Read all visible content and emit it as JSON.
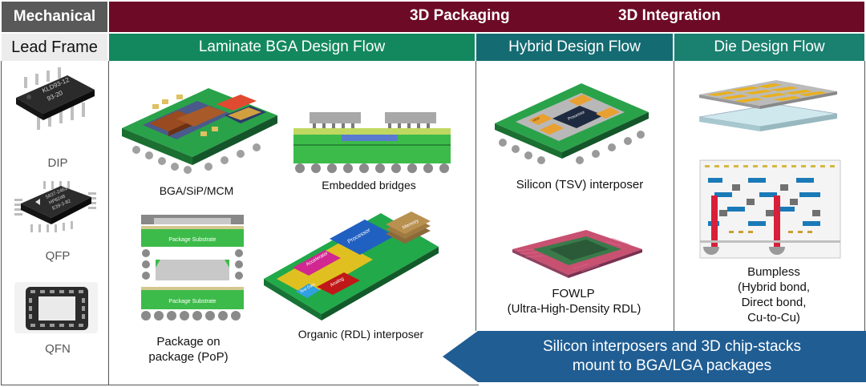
{
  "header": {
    "mechanical": "Mechanical",
    "packaging_3d": "3D Packaging",
    "integration_3d": "3D Integration",
    "lead_frame": "Lead Frame",
    "laminate_flow": "Laminate BGA Design Flow",
    "hybrid_flow": "Hybrid Design Flow",
    "die_flow": "Die Design Flow"
  },
  "lead_frame": {
    "dip": "DIP",
    "dip_marking_1": "KLD93-12",
    "dip_marking_2": "93-20",
    "qfp": "QFP",
    "qfp_marking_1": "5837-2461",
    "qfp_marking_2": "HP6248",
    "qfp_marking_3": "E39-3-82",
    "qfn": "QFN"
  },
  "laminate": {
    "bga": "BGA/SiP/MCM",
    "bridges": "Embedded bridges",
    "pop_line1": "Package on",
    "pop_line2": "package (PoP)",
    "pop_substrate_top": "Package Substrate",
    "pop_substrate_bottom": "Package Substrate",
    "rdl": "Organic (RDL) interposer",
    "rdl_memory": "Memory",
    "rdl_processor": "Processor",
    "rdl_accelerator": "Accelerator",
    "rdl_analog": "Analog",
    "rdl_test": "Test Data"
  },
  "hybrid": {
    "tsv": "Silicon (TSV) interposer",
    "tsv_processor": "Processor",
    "tsv_hbm": "HBM",
    "fowlp_line1": "FOWLP",
    "fowlp_line2": "(Ultra-High-Density RDL)"
  },
  "die": {
    "bumpless_1": "Bumpless",
    "bumpless_2": "(Hybrid bond,",
    "bumpless_3": "Direct bond,",
    "bumpless_4": "Cu-to-Cu)"
  },
  "banner": {
    "line1": "Silicon interposers and 3D chip-stacks",
    "line2": "mount to BGA/LGA packages"
  },
  "colors": {
    "maroon": "#6d0a26",
    "green": "#13885f",
    "teal": "#156b72",
    "die_green": "#1a806f",
    "banner_blue": "#1f5d93",
    "gray": "#595959"
  }
}
